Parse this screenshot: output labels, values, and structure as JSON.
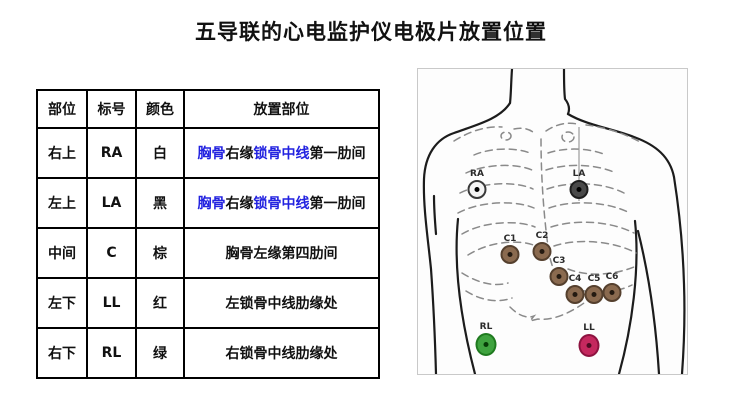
{
  "title": "五导联的心电监护仪电极片放置位置",
  "table": {
    "headers": [
      "部位",
      "标号",
      "颜色",
      "放置部位"
    ],
    "highlight_color": "#2222e0",
    "rows": [
      {
        "position": "右上",
        "code": "RA",
        "color": "白",
        "placement": [
          {
            "text": "胸骨"
          },
          {
            "text": "右缘"
          },
          {
            "text": "锁骨中线"
          },
          {
            "text": "第一肋间"
          }
        ]
      },
      {
        "position": "左上",
        "code": "LA",
        "color": "黑",
        "placement": [
          {
            "text": "胸骨"
          },
          {
            "text": "右缘"
          },
          {
            "text": "锁骨中线"
          },
          {
            "text": "第一肋间"
          }
        ]
      },
      {
        "position": "中间",
        "code": "C",
        "color": "棕",
        "placement": [
          {
            "text": "胸骨左缘第四肋间"
          }
        ]
      },
      {
        "position": "左下",
        "code": "LL",
        "color": "红",
        "placement": [
          {
            "text": "左锁骨中线肋缘处"
          }
        ]
      },
      {
        "position": "右下",
        "code": "RL",
        "color": "绿",
        "placement": [
          {
            "text": "右锁骨中线肋缘处"
          }
        ]
      }
    ]
  },
  "diagram": {
    "electrodes": {
      "ra": {
        "label": "RA",
        "color": "#f4f4f4"
      },
      "la": {
        "label": "LA",
        "color": "#4a4a4a"
      },
      "c1": {
        "label": "C1",
        "color": "#8a6a4f"
      },
      "c2": {
        "label": "C2",
        "color": "#8a6a4f"
      },
      "c3": {
        "label": "C3",
        "color": "#8a6a4f"
      },
      "c4": {
        "label": "C4",
        "color": "#8a6a4f"
      },
      "c5": {
        "label": "C5",
        "color": "#8a6a4f"
      },
      "c6": {
        "label": "C6",
        "color": "#8a6a4f"
      },
      "rl": {
        "label": "RL",
        "color": "#3fa33f"
      },
      "ll": {
        "label": "LL",
        "color": "#c4285e"
      }
    }
  }
}
